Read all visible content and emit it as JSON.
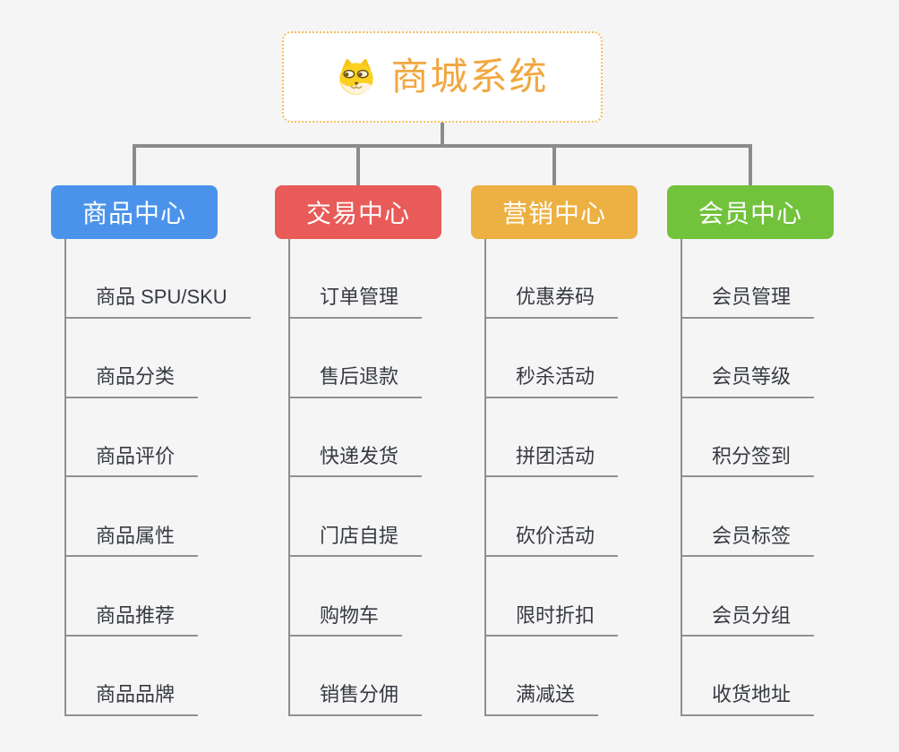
{
  "root": {
    "title": "商城系统",
    "icon": "dog-face-icon",
    "text_color": "#f1a73f",
    "border_color": "#f5bd5e",
    "background": "#ffffff"
  },
  "colors": {
    "connector": "#8b8b8b",
    "leaf_spine": "#8f8f8f",
    "leaf_underline": "#919191",
    "leaf_text": "#363a40",
    "page_background": "#f5f5f6"
  },
  "branches": [
    {
      "label": "商品中心",
      "color": "#4b93ea",
      "children": [
        "商品 SPU/SKU",
        "商品分类",
        "商品评价",
        "商品属性",
        "商品推荐",
        "商品品牌"
      ]
    },
    {
      "label": "交易中心",
      "color": "#e85b58",
      "children": [
        "订单管理",
        "售后退款",
        "快递发货",
        "门店自提",
        "购物车",
        "销售分佣"
      ]
    },
    {
      "label": "营销中心",
      "color": "#ecb043",
      "children": [
        "优惠券码",
        "秒杀活动",
        "拼团活动",
        "砍价活动",
        "限时折扣",
        "满减送"
      ]
    },
    {
      "label": "会员中心",
      "color": "#72c23c",
      "children": [
        "会员管理",
        "会员等级",
        "积分签到",
        "会员标签",
        "会员分组",
        "收货地址"
      ]
    }
  ]
}
